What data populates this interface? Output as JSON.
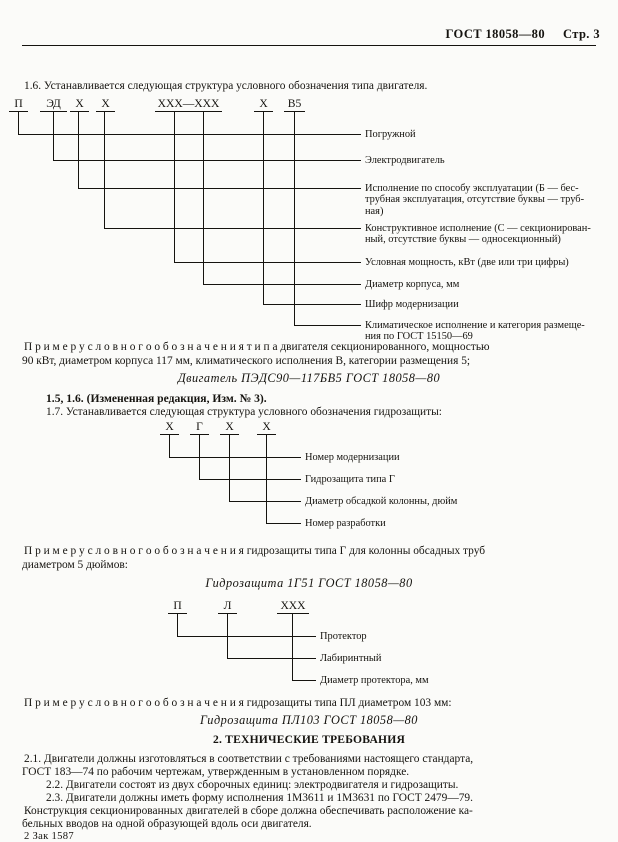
{
  "header": {
    "standard": "ГОСТ 18058—80",
    "page": "Стр. 3"
  },
  "sections": {
    "s16_intro": "1.6. Устанавливается следующая  структура  условного обозначения типа двигателя.",
    "example1_lead_a": "П р и м е р   у с л о в н о г о   о б о з н а ч е н и я   т и п а     двигателя секционированного, мощностью",
    "example1_lead_b": "90 кВт, диаметром корпуса 117 мм, климатического исполнения В, категории размещения 5;",
    "example1_value": "Двигатель ПЭДС90—117БВ5 ГОСТ 18058—80",
    "amend": "1.5, 1.6. (Измененная редакция, Изм. № 3).",
    "s17_intro": "1.7. Устанавливается следующая   структура   условного обозначения гидрозащиты:",
    "example2_lead_a": "П р и м е р   у с л о в н о г о    о б о з н а ч е н и я  гидрозащиты типа Г для колонны обсадных труб",
    "example2_lead_b": "диаметром 5 дюймов:",
    "example2_value": "Гидрозащита 1Г51 ГОСТ 18058—80",
    "example3_lead": "П р и м е р   у с л о в н о г о    о б о з н а ч е н и я  гидрозащиты типа ПЛ диаметром 103 мм:",
    "example3_value": "Гидрозащита ПЛ103 ГОСТ 18058—80",
    "requirements_title": "2. ТЕХНИЧЕСКИЕ ТРЕБОВАНИЯ",
    "p21_a": "2.1. Двигатели должны изготовляться в соответствии  с требованиями   настоящего стандарта,",
    "p21_b": "ГОСТ 183—74 по рабочим чертежам, утвержденным  в установленном порядке.",
    "p22": "2.2. Двигатели состоят из двух сборочных единиц: электродвигателя и гидрозащиты.",
    "p23": "2.3. Двигатели должны иметь форму исполнения 1М3611 и 1М3631 по ГОСТ 2479—79.",
    "p24_a": "Конструкция секционированных двигателей в сборе должна обеспечивать  расположение   ка-",
    "p24_b": "бельных вводов на одной образующей вдоль оси двигателя."
  },
  "diagram1": {
    "codes": [
      "П",
      "ЭД",
      "X",
      "X",
      "XXX—XXX",
      "X",
      "В5"
    ],
    "labels": [
      "Погружной",
      "Электродвигатель",
      "Исполнение по способу эксплуатации (Б — бес-трубная эксплуатация, отсутствие буквы — труб-ная)",
      "Конструктивное исполнение (С — секционирован-ный, отсутствие буквы — односекционный)",
      "Условная мощность, кВт (две или три цифры)",
      "Диаметр корпуса, мм",
      "Шифр модернизации",
      "Климатическое исполнение и категория размеще-ния по ГОСТ 15150—69"
    ],
    "label_lines": [
      [
        "Погружной"
      ],
      [
        "Электродвигатель"
      ],
      [
        "Исполнение по способу эксплуатации (Б — бес-",
        "трубная эксплуатация, отсутствие буквы — труб-",
        "ная)"
      ],
      [
        "Конструктивное исполнение (С — секционирован-",
        "ный, отсутствие буквы — односекционный)"
      ],
      [
        "Условная мощность, кВт (две или три цифры)"
      ],
      [
        "Диаметр корпуса, мм"
      ],
      [
        "Шифр модернизации"
      ],
      [
        "Климатическое исполнение и категория размеще-",
        "ния по ГОСТ 15150—69"
      ]
    ]
  },
  "diagram2": {
    "codes": [
      "X",
      "Г",
      "X",
      "X"
    ],
    "labels": [
      "Номер модернизации",
      "Гидрозащита типа Г",
      "Диаметр обсадкой колонны, дюйм",
      "Номер разработки"
    ]
  },
  "diagram3": {
    "codes": [
      "П",
      "Л",
      "XXX"
    ],
    "labels": [
      "Протектор",
      "Лабиринтный",
      "Диаметр протектора, мм"
    ]
  },
  "footer": {
    "text": "2 Зак  1587"
  }
}
